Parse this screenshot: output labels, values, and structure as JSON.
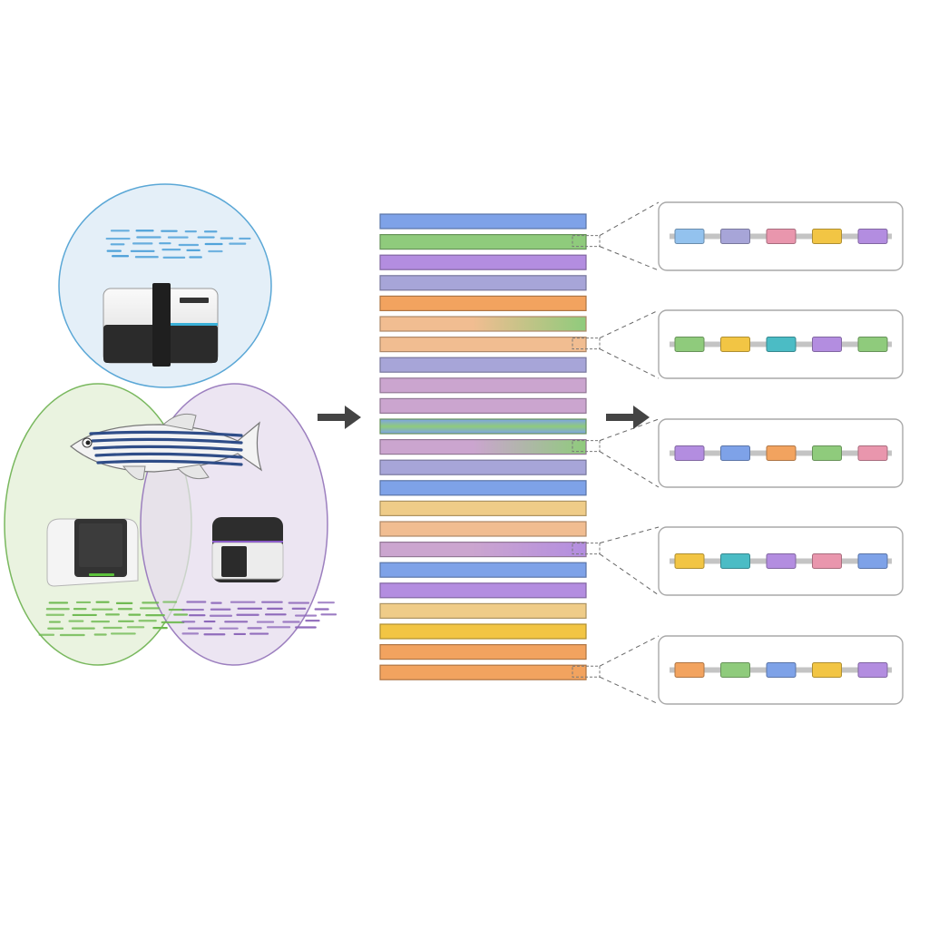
{
  "palette": {
    "blue": "#7ea2e8",
    "light_blue": "#93c2ee",
    "green": "#8fcb7c",
    "purple": "#b38de0",
    "lavender": "#a7a5d8",
    "orange": "#f2a35f",
    "peach": "#f1bd91",
    "pink": "#e996ad",
    "mauve": "#cba5cf",
    "yellow": "#f2c544",
    "sand": "#efcc88",
    "teal": "#4bbcc5"
  },
  "venn": {
    "sets": [
      {
        "name": "short-read",
        "fill": "#dbeaf5",
        "stroke": "#5aa7d6",
        "read_color": "#4a9fd8",
        "instrument": "sequencer-icon"
      },
      {
        "name": "long-read-a",
        "fill": "#e3efd6",
        "stroke": "#79b85e",
        "read_color": "#6cb84e",
        "instrument": "sequencer-icon"
      },
      {
        "name": "long-read-b",
        "fill": "#e6dced",
        "stroke": "#9c7fbf",
        "read_color": "#8a64b8",
        "instrument": "sequencer-icon"
      }
    ],
    "center_icon": "zebrafish-icon"
  },
  "assembly": {
    "contigs": [
      {
        "color": "blue"
      },
      {
        "color": "green"
      },
      {
        "color": "purple"
      },
      {
        "color": "lavender"
      },
      {
        "color": "orange"
      },
      {
        "color": "peach",
        "color2": "green"
      },
      {
        "color": "peach"
      },
      {
        "color": "lavender"
      },
      {
        "color": "mauve"
      },
      {
        "color": "mauve"
      },
      {
        "color": "green",
        "blend": true
      },
      {
        "color": "mauve",
        "color2": "green"
      },
      {
        "color": "lavender"
      },
      {
        "color": "blue"
      },
      {
        "color": "sand"
      },
      {
        "color": "peach"
      },
      {
        "color": "mauve",
        "color2": "purple"
      },
      {
        "color": "blue"
      },
      {
        "color": "purple"
      },
      {
        "color": "sand"
      },
      {
        "color": "yellow"
      },
      {
        "color": "orange"
      },
      {
        "color": "orange"
      }
    ],
    "callouts": [
      {
        "source_contig": 1,
        "genes": [
          "light_blue",
          "lavender",
          "pink",
          "yellow",
          "purple"
        ]
      },
      {
        "source_contig": 6,
        "genes": [
          "green",
          "yellow",
          "teal",
          "purple",
          "green"
        ]
      },
      {
        "source_contig": 11,
        "genes": [
          "purple",
          "blue",
          "orange",
          "green",
          "pink"
        ]
      },
      {
        "source_contig": 16,
        "genes": [
          "yellow",
          "teal",
          "purple",
          "pink",
          "blue"
        ]
      },
      {
        "source_contig": 22,
        "genes": [
          "orange",
          "green",
          "blue",
          "yellow",
          "purple"
        ]
      }
    ]
  },
  "arrows": [
    {
      "name": "arrow-to-assembly-icon",
      "color": "#444444"
    },
    {
      "name": "arrow-to-annotation-icon",
      "color": "#444444"
    }
  ]
}
